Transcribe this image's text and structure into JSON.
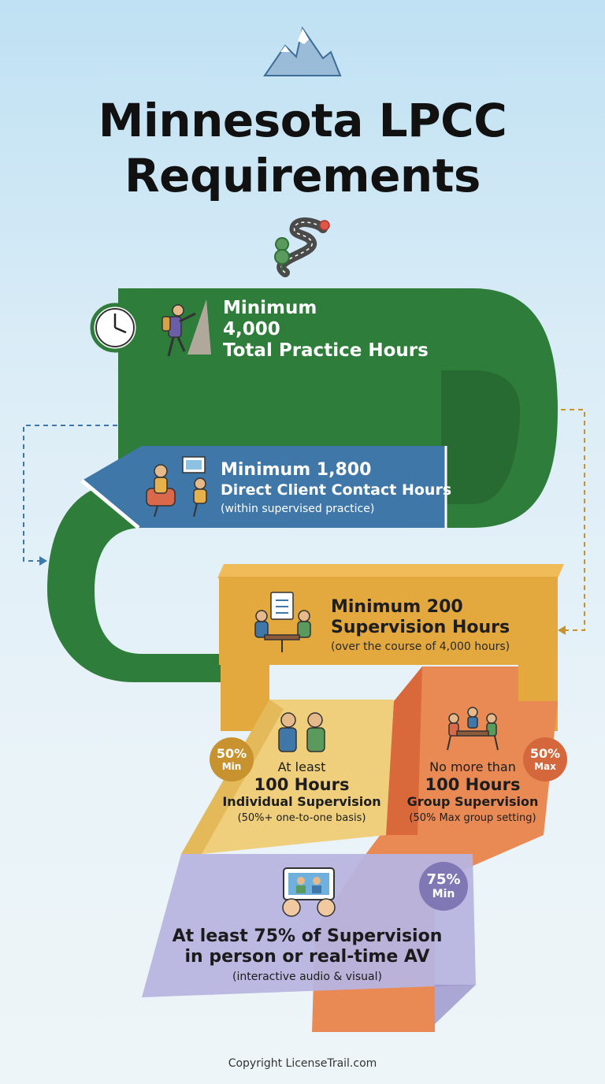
{
  "title": {
    "line1": "Minnesota LPCC",
    "line2": "Requirements"
  },
  "icons": {
    "header": "mountain-icon",
    "road": "winding-road-icon",
    "clock": "clock-icon",
    "climber": "climber-icon",
    "counselor": "counseling-session-icon",
    "supervision": "supervision-meeting-icon",
    "individual": "one-to-one-icon",
    "group": "group-session-icon",
    "video": "video-call-icon"
  },
  "colors": {
    "green": "#2f7d3b",
    "blue": "#3f78a8",
    "gold": "#e3a83e",
    "orange": "#e98a55",
    "purple": "#b8b4e0"
  },
  "total_practice": {
    "line1": "Minimum",
    "line2": "4,000",
    "line3": "Total Practice Hours"
  },
  "direct_contact": {
    "line1": "Minimum 1,800",
    "line2": "Direct Client Contact Hours",
    "note": "(within supervised practice)"
  },
  "supervision": {
    "line1": "Minimum 200",
    "line2": "Supervision Hours",
    "note": "(over the course of 4,000 hours)"
  },
  "individual": {
    "pre": "At least",
    "hours": "100 Hours",
    "label": "Individual Supervision",
    "note": "(50%+ one-to-one basis)",
    "badge_pct": "50%",
    "badge_label": "Min"
  },
  "group": {
    "pre": "No more than",
    "hours": "100 Hours",
    "label": "Group Supervision",
    "note": "(50% Max group setting)",
    "badge_pct": "50%",
    "badge_label": "Max"
  },
  "in_person": {
    "line1": "At least 75% of Supervision",
    "line2": "in person or real-time AV",
    "note": "(interactive audio & visual)",
    "badge_pct": "75%",
    "badge_label": "Min"
  },
  "copyright": "Copyright LicenseTrail.com"
}
